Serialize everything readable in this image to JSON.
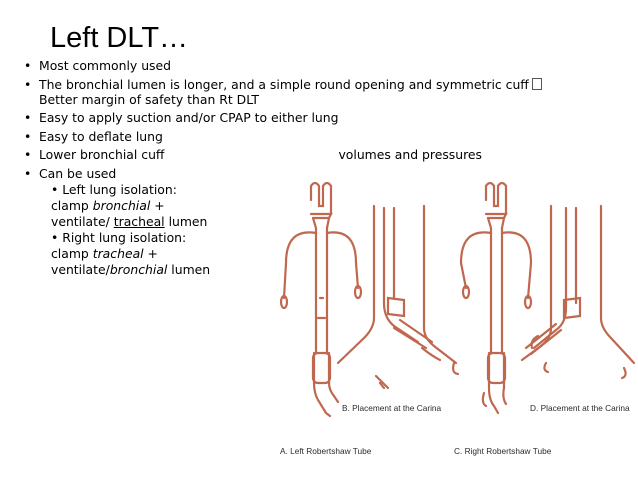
{
  "slide": {
    "title": "Left DLT…",
    "bullets": {
      "b1": "Most commonly used",
      "b2_line1": "The bronchial lumen is longer, and a simple round opening and symmetric cuff",
      "b2_line2": "Better margin of safety than Rt DLT",
      "b3": "Easy to apply suction and/or CPAP to either lung",
      "b4": "Easy to deflate lung",
      "b5_a": "Lower bronchial cuff",
      "b5_b": "volumes and pressures",
      "b6": "Can be used"
    },
    "sub": {
      "left_iso": "Left lung isolation:",
      "left_clamp_pre": "clamp ",
      "left_clamp_em": "bronchial",
      "left_clamp_post": " +",
      "left_vent_pre": "ventilate/ ",
      "left_vent_u": "tracheal",
      "left_vent_post": " lumen",
      "right_iso": "Right lung isolation:",
      "right_clamp_pre": "clamp ",
      "right_clamp_em": "tracheal",
      "right_clamp_post": " +",
      "right_vent_pre": "ventilate/",
      "right_vent_em": "bronchial",
      "right_vent_post": " lumen"
    },
    "figure": {
      "cap_a": "A.  Left Robertshaw Tube",
      "cap_b": "B.  Placement at the Carina",
      "cap_c": "C.  Right Robertshaw Tube",
      "cap_d": "D.  Placement at the Carina",
      "tube_color": "#c0684f"
    }
  }
}
